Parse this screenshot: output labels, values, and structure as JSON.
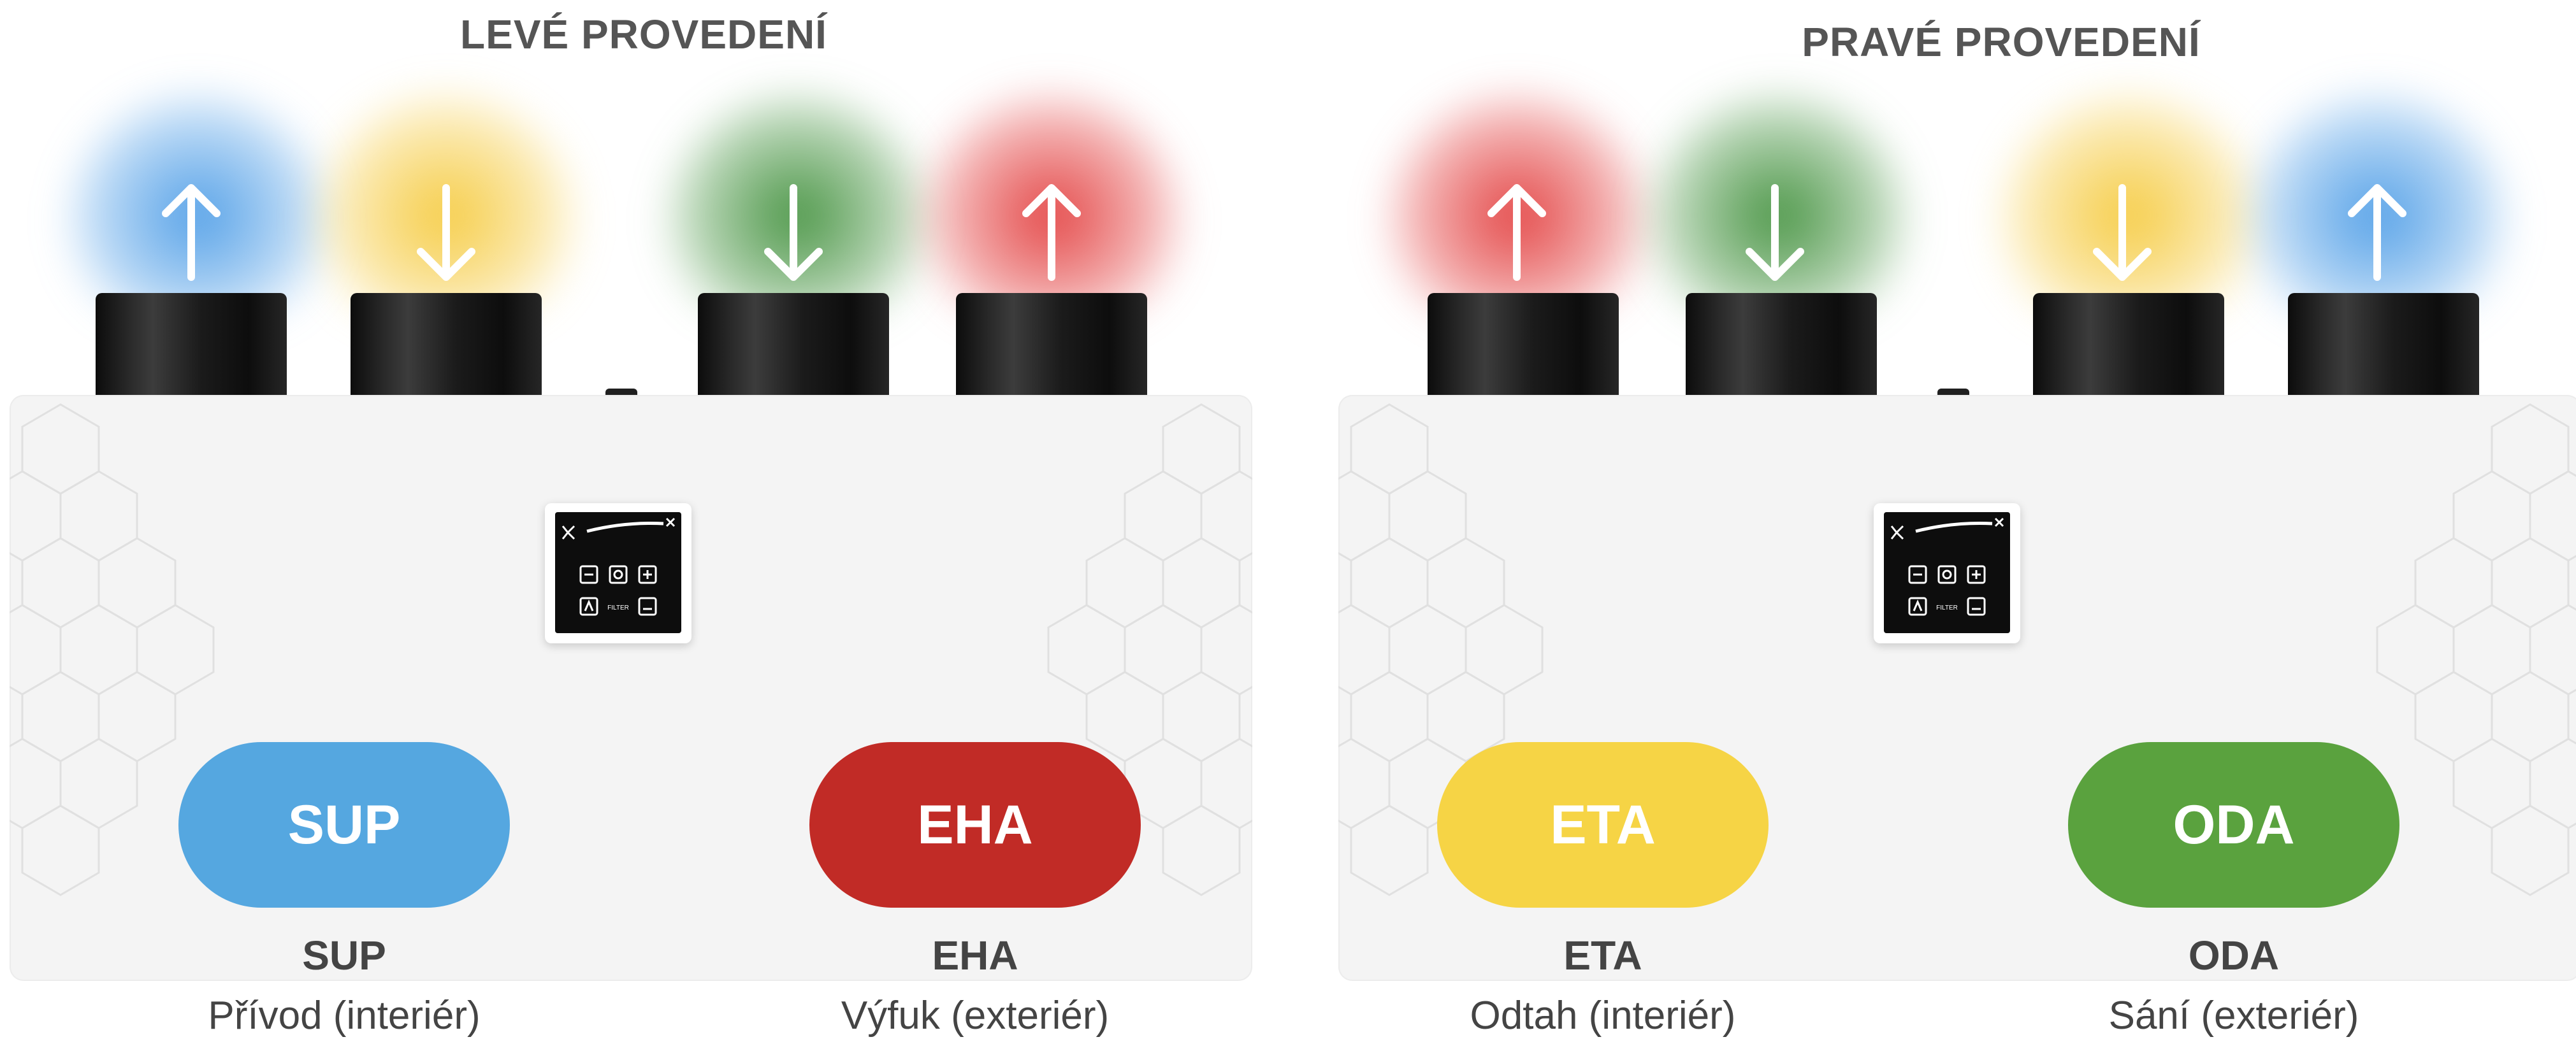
{
  "left": {
    "title": "LEVÉ PROVEDENÍ",
    "ducts": [
      {
        "color": "#4a9be6",
        "arrow": "up"
      },
      {
        "color": "#f5c93a",
        "arrow": "down"
      },
      {
        "color": "#3f8f3a",
        "arrow": "down"
      },
      {
        "color": "#e23b3b",
        "arrow": "up"
      }
    ],
    "badges": [
      {
        "code": "SUP",
        "color": "#55a7e0",
        "label": "SUP",
        "description": "Přívod (interiér)"
      },
      {
        "code": "EHA",
        "color": "#c12b26",
        "label": "EHA",
        "description": "Výfuk (exteriér)"
      }
    ]
  },
  "right": {
    "title": "PRAVÉ PROVEDENÍ",
    "ducts": [
      {
        "color": "#e23b3b",
        "arrow": "up"
      },
      {
        "color": "#3f8f3a",
        "arrow": "down"
      },
      {
        "color": "#f5c93a",
        "arrow": "down"
      },
      {
        "color": "#4a9be6",
        "arrow": "up"
      }
    ],
    "badges": [
      {
        "code": "ETA",
        "color": "#f6d445",
        "label": "ETA",
        "description": "Odtah (interiér)"
      },
      {
        "code": "ODA",
        "color": "#5aa23e",
        "label": "ODA",
        "description": "Sání (exteriér)"
      }
    ]
  },
  "control_panel": {
    "filter_label": "FILTER"
  }
}
